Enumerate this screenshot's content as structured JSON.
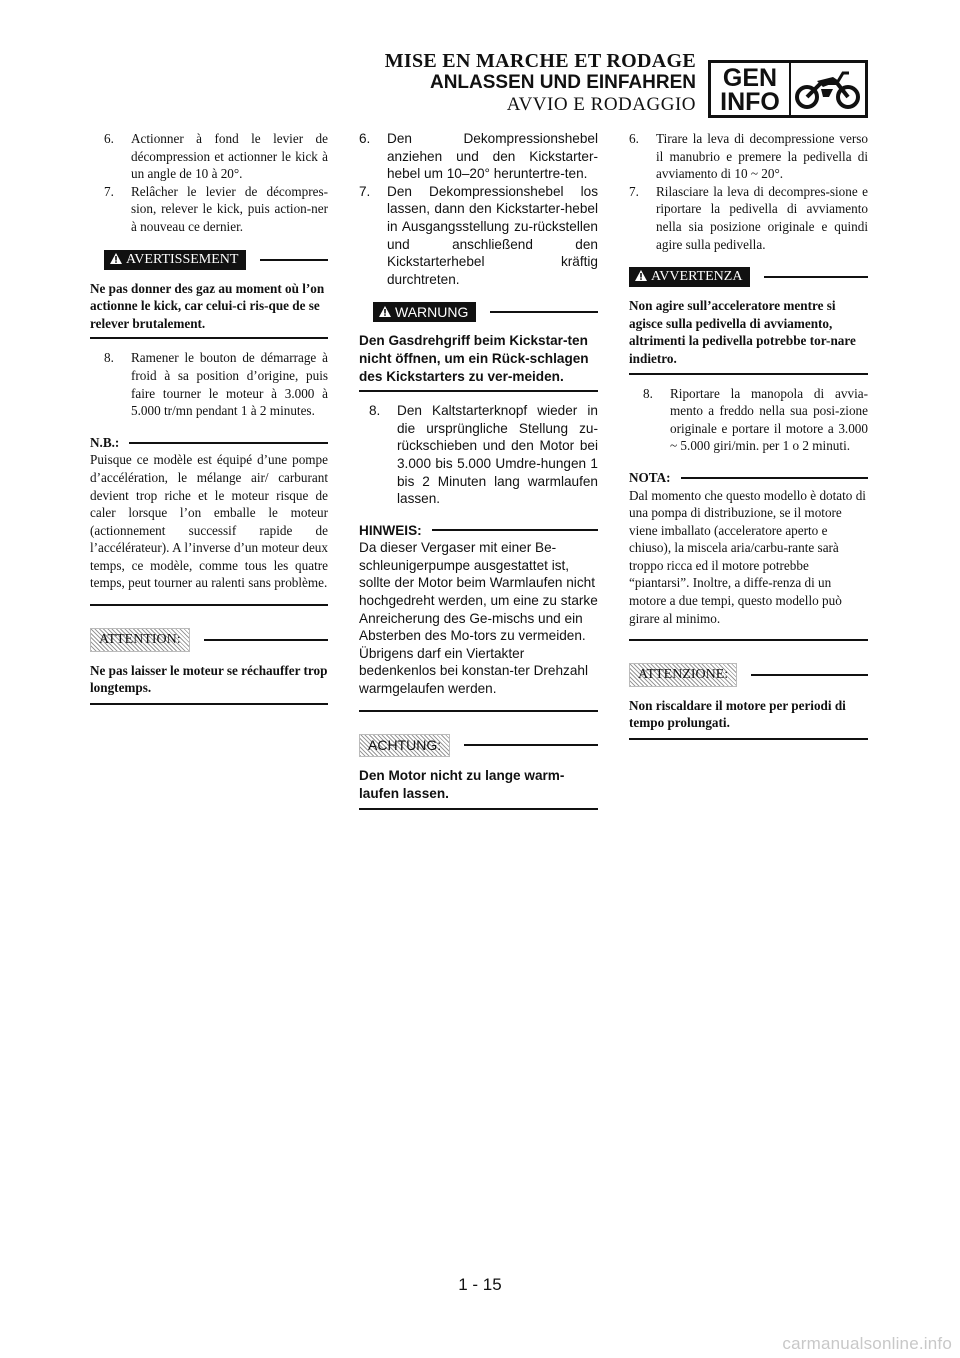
{
  "header": {
    "line1": "MISE EN MARCHE ET RODAGE",
    "line2": "ANLASSEN UND EINFAHREN",
    "line3": "AVVIO E RODAGGIO",
    "badge_line1": "GEN",
    "badge_line2": "INFO",
    "badge_icon": "dirt-bike-icon"
  },
  "french": {
    "steps": [
      {
        "num": "6.",
        "text": "Actionner à fond le levier de décompression et actionner le kick à un angle de 10 à 20°."
      },
      {
        "num": "7.",
        "text": "Relâcher le levier de décompres-sion, relever le kick, puis action-ner à nouveau ce dernier."
      }
    ],
    "warning_label": "AVERTISSEMENT",
    "warning_text": "Ne pas donner des gaz au moment où l’on actionne le kick, car celui-ci ris-que de se relever brutalement.",
    "step8": {
      "num": "8.",
      "text": "Ramener le bouton de démarrage à froid à sa position d’origine, puis faire tourner le moteur à 3.000 à 5.000 tr/mn pendant 1 à 2 minutes."
    },
    "note_label": "N.B.:",
    "note_text": "Puisque ce modèle est équipé d’une pompe d’accélération, le mélange air/ carburant devient trop riche et le moteur risque de caler lorsque l’on emballe le moteur (actionnement successif rapide de l’accélérateur). A l’inverse d’un moteur deux temps, ce modèle, comme tous les quatre temps, peut tourner au ralenti sans problème.",
    "attention_label": "ATTENTION:",
    "attention_text": "Ne pas laisser le moteur se réchauffer trop longtemps."
  },
  "german": {
    "steps": [
      {
        "num": "6.",
        "text": "Den Dekompressionshebel anziehen und den Kickstarter-hebel um 10–20° heruntertre-ten."
      },
      {
        "num": "7.",
        "text": "Den Dekompressionshebel los lassen, dann den Kickstarter-hebel in Ausgangsstellung zu-rückstellen und anschließend den Kickstarterhebel kräftig durchtreten."
      }
    ],
    "warning_label": "WARNUNG",
    "warning_text": "Den Gasdrehgriff beim Kickstar-ten nicht öffnen, um ein Rück-schlagen des Kickstarters zu ver-meiden.",
    "step8": {
      "num": "8.",
      "text": "Den Kaltstarterknopf wieder in die ursprüngliche Stellung zu-rückschieben und den Motor bei 3.000 bis 5.000 Umdre-hungen 1 bis 2 Minuten lang warmlaufen lassen."
    },
    "note_label": "HINWEIS:",
    "note_text": "Da dieser Vergaser mit einer Be-schleunigerpumpe ausgestattet ist, sollte der Motor beim Warmlaufen nicht hochgedreht werden, um eine zu starke Anreicherung des Ge-mischs und ein Absterben des Mo-tors zu vermeiden. Übrigens darf ein Viertakter bedenkenlos bei konstan-ter Drehzahl warmgelaufen werden.",
    "attention_label": "ACHTUNG:",
    "attention_text": "Den Motor nicht zu lange warm-laufen lassen."
  },
  "italian": {
    "steps": [
      {
        "num": "6.",
        "text": "Tirare la leva di decompressione verso il manubrio e premere la pedivella di avviamento di 10 ~ 20°."
      },
      {
        "num": "7.",
        "text": "Rilasciare la leva di decompres-sione e riportare la pedivella di avviamento nella sia posizione originale e quindi agire sulla pedivella."
      }
    ],
    "warning_label": "AVVERTENZA",
    "warning_text": "Non agire sull’acceleratore mentre si agisce sulla pedivella di avviamento, altrimenti la pedivella potrebbe tor-nare indietro.",
    "step8": {
      "num": "8.",
      "text": "Riportare la manopola di avvia-mento a freddo nella sua posi-zione originale e portare il motore a 3.000 ~ 5.000 giri/min. per 1 o 2 minuti."
    },
    "note_label": "NOTA:",
    "note_text": "Dal momento che questo modello è dotato di una pompa di distribuzione, se il motore viene imballato (acceleratore aperto e chiuso), la miscela aria/carbu-rante sarà troppo ricca ed il motore potrebbe “piantarsi”. Inoltre, a diffe-renza di un motore a due tempi, questo modello può girare al minimo.",
    "attention_label": "ATTENZIONE:",
    "attention_text": "Non riscaldare il motore per periodi di tempo prolungati."
  },
  "footer": {
    "page_number": "1 - 15",
    "watermark": "carmanualsonline.info"
  }
}
